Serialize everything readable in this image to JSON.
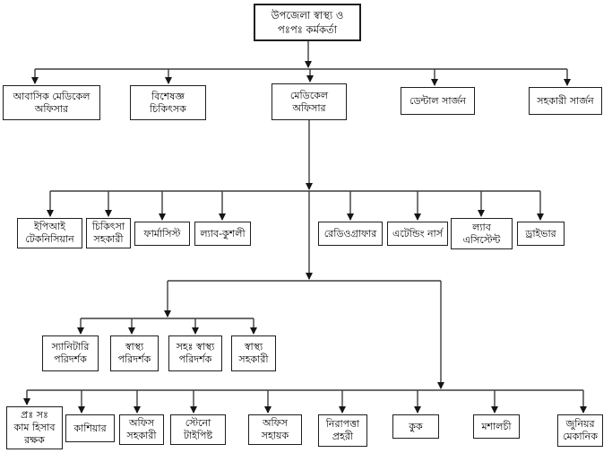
{
  "page": {
    "type": "organogram",
    "language": "Bengali",
    "background": "#ffffff"
  },
  "colors": {
    "box_border": "#1f1f1f",
    "box_fill": "#ffffff",
    "line": "#3d3d3d",
    "arrow": "#151515",
    "text": "#000000"
  },
  "nodes": {
    "upazila-health-fp-officer": {
      "label": "উপজেলা স্বাস্থ্য ও\nপঃপঃ কর্মকর্তা"
    },
    "resident-medical-officer": {
      "label": "আবাসিক মেডিকেল\nঅফিসার"
    },
    "specialist-doctor": {
      "label": "বিশেষজ্ঞ\nচিকিৎসক"
    },
    "medical-officer": {
      "label": "মেডিকেল\nঅফিসার"
    },
    "dental-surgeon": {
      "label": "ডেন্টাল সার্জন"
    },
    "assistant-surgeon": {
      "label": "সহকারী সার্জন"
    },
    "epi-technician": {
      "label": "ইপিআই\nটেকনিসিয়ান"
    },
    "medical-assistant": {
      "label": "চিকিৎসা\nসহকারী"
    },
    "pharmacist": {
      "label": "ফার্মাসিস্ট"
    },
    "lab-kushali": {
      "label": "ল্যাব-কুশলী"
    },
    "radiographer": {
      "label": "রেডিওগ্রাফার"
    },
    "attending-nurse": {
      "label": "এটেন্ডিং নার্স"
    },
    "lab-assistant": {
      "label": "ল্যাব\nএসিস্টেন্ট"
    },
    "driver": {
      "label": "ড্রাইভার"
    },
    "sanitary-inspector": {
      "label": "স্যানিটারি\nপরিদর্শক"
    },
    "health-inspector": {
      "label": "স্বাস্থ্য\nপরিদর্শক"
    },
    "asst-health-inspector": {
      "label": "সহঃ স্বাস্থ্য\nপরিদর্শক"
    },
    "health-assistant": {
      "label": "স্বাস্থ্য\nসহকারী"
    },
    "head-asst-accountant": {
      "label": "প্রঃ সঃ\nকাম হিসাব\nরক্ষক"
    },
    "cashier": {
      "label": "কাশিয়ার"
    },
    "office-assistant": {
      "label": "অফিস\nসহকারী"
    },
    "steno-typist": {
      "label": "স্টেনো\nটাইপিষ্ট"
    },
    "office-helper": {
      "label": "অফিস\nসহায়ক"
    },
    "security-guard": {
      "label": "নিরাপত্তা\nপ্রহরী"
    },
    "cook": {
      "label": "কুক"
    },
    "mashalchi": {
      "label": "মশালচী"
    },
    "junior-mechanic": {
      "label": "জুনিয়র\nমেকানিক"
    }
  },
  "hierarchy": {
    "upazila-health-fp-officer": [
      "resident-medical-officer",
      "specialist-doctor",
      "medical-officer",
      "dental-surgeon",
      "assistant-surgeon"
    ],
    "medical-officer": {
      "direct": [
        "epi-technician",
        "medical-assistant",
        "pharmacist",
        "lab-kushali",
        "radiographer",
        "attending-nurse",
        "lab-assistant",
        "driver"
      ],
      "sub-branch-left-inspectors": [
        "sanitary-inspector",
        "health-inspector",
        "asst-health-inspector",
        "health-assistant"
      ],
      "sub-branch-right-support-staff": [
        "head-asst-accountant",
        "cashier",
        "office-assistant",
        "steno-typist",
        "office-helper",
        "security-guard",
        "cook",
        "mashalchi",
        "junior-mechanic"
      ]
    }
  }
}
